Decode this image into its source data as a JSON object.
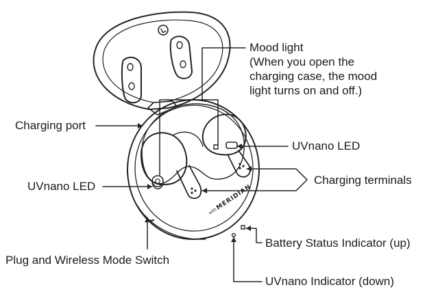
{
  "labels": {
    "mood_light": {
      "title": "Mood light",
      "note_lines": [
        "(When you open the",
        "charging case, the mood",
        "light turns on and off.)"
      ]
    },
    "charging_port": "Charging port",
    "uvnano_led_right": "UVnano LED",
    "uvnano_led_left": "UVnano LED",
    "charging_terminals": "Charging terminals",
    "battery_status_indicator": "Battery Status Indicator (up)",
    "plug_wireless_switch": "Plug and Wireless Mode Switch",
    "uvnano_indicator": "UVnano Indicator (down)"
  },
  "logos": {
    "lid_brand": "LG",
    "case_brand": "MERIDIAN",
    "case_brand_prefix": "with"
  }
}
